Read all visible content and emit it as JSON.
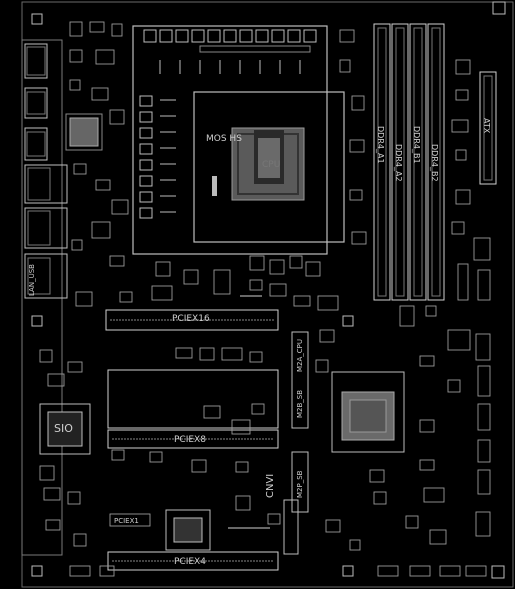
{
  "labels": {
    "mos_hs": "MOS HS",
    "cpu": "CPU",
    "ddr_a1": "DDR4_A1",
    "ddr_a2": "DDR4_A2",
    "ddr_b1": "DDR4_B1",
    "ddr_b2": "DDR4_B2",
    "atx": "ATX",
    "pciex16": "PCIEX16",
    "pciex8": "PCIEX8",
    "pciex4": "PCIEX4",
    "sio": "SIO",
    "cnvi": "CNVI",
    "m2a_cpu": "M2A_CPU",
    "m2b_sb": "M2B_SB",
    "m2p_sb": "M2P_SB",
    "lan_usb": "LAN_USB",
    "pciex1": "PCIEX1"
  }
}
